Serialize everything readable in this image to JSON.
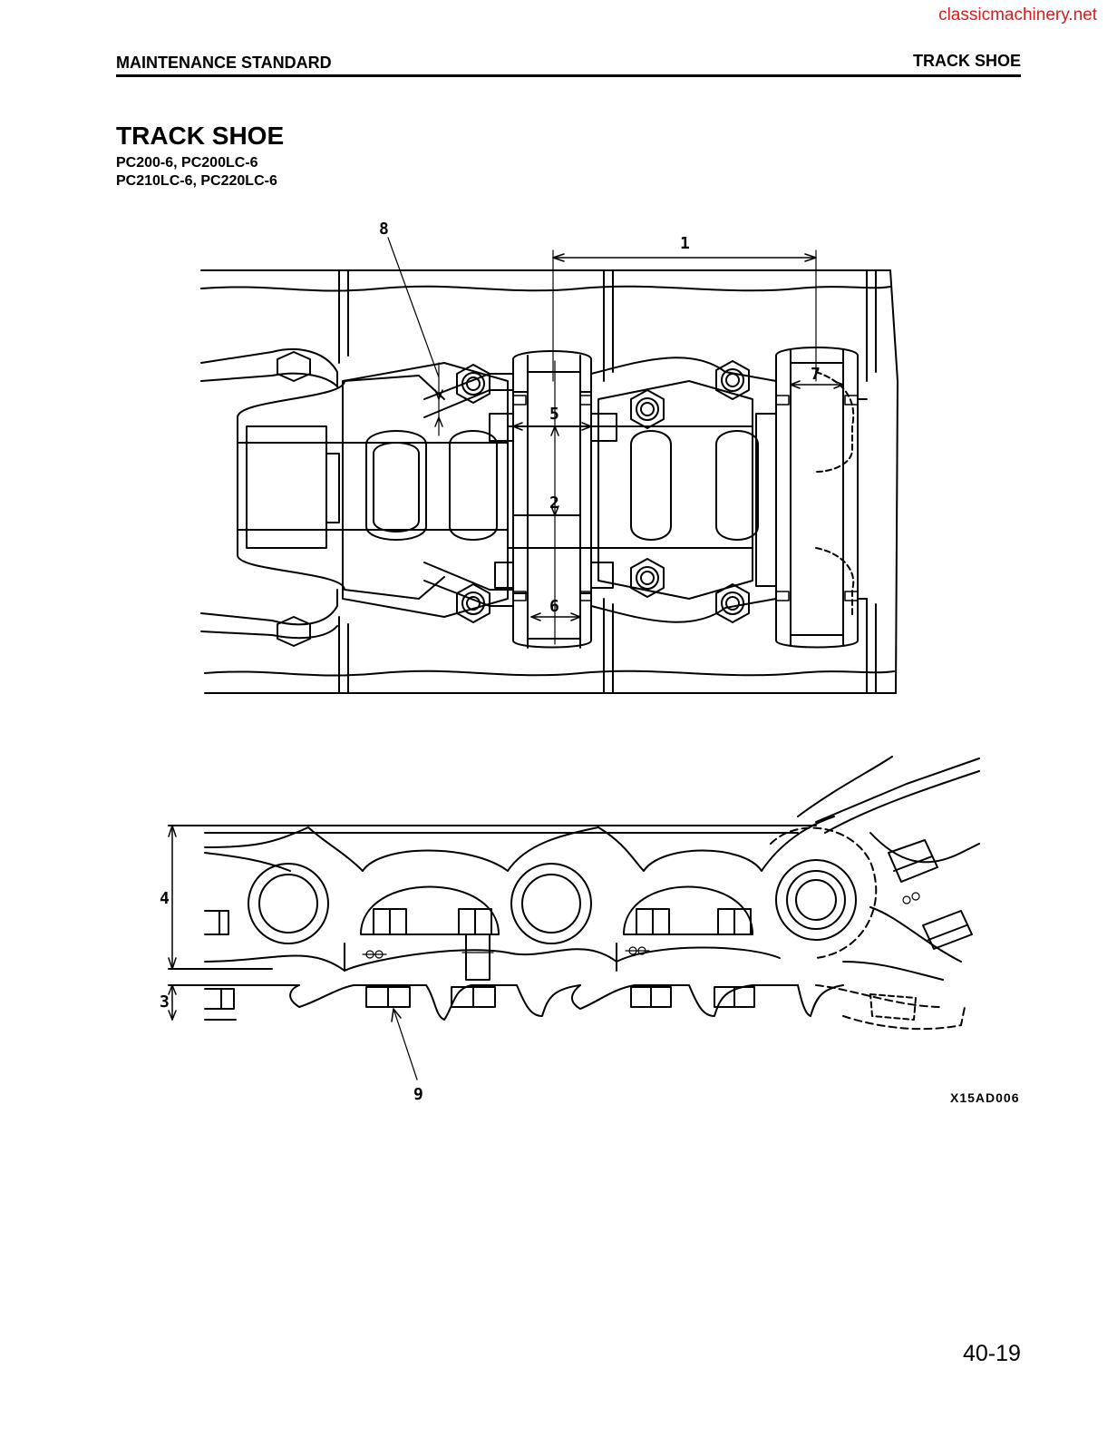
{
  "watermark": "classicmachinery.net",
  "header": {
    "left": "MAINTENANCE STANDARD",
    "right": "TRACK SHOE"
  },
  "title": "TRACK SHOE",
  "models": [
    "PC200-6, PC200LC-6",
    "PC210LC-6, PC220LC-6"
  ],
  "callouts": {
    "c1": "1",
    "c2": "2",
    "c3": "3",
    "c4": "4",
    "c5": "5",
    "c6": "6",
    "c7": "7",
    "c8": "8",
    "c9": "9"
  },
  "figure_code": "X15AD006",
  "page_number": "40-19"
}
